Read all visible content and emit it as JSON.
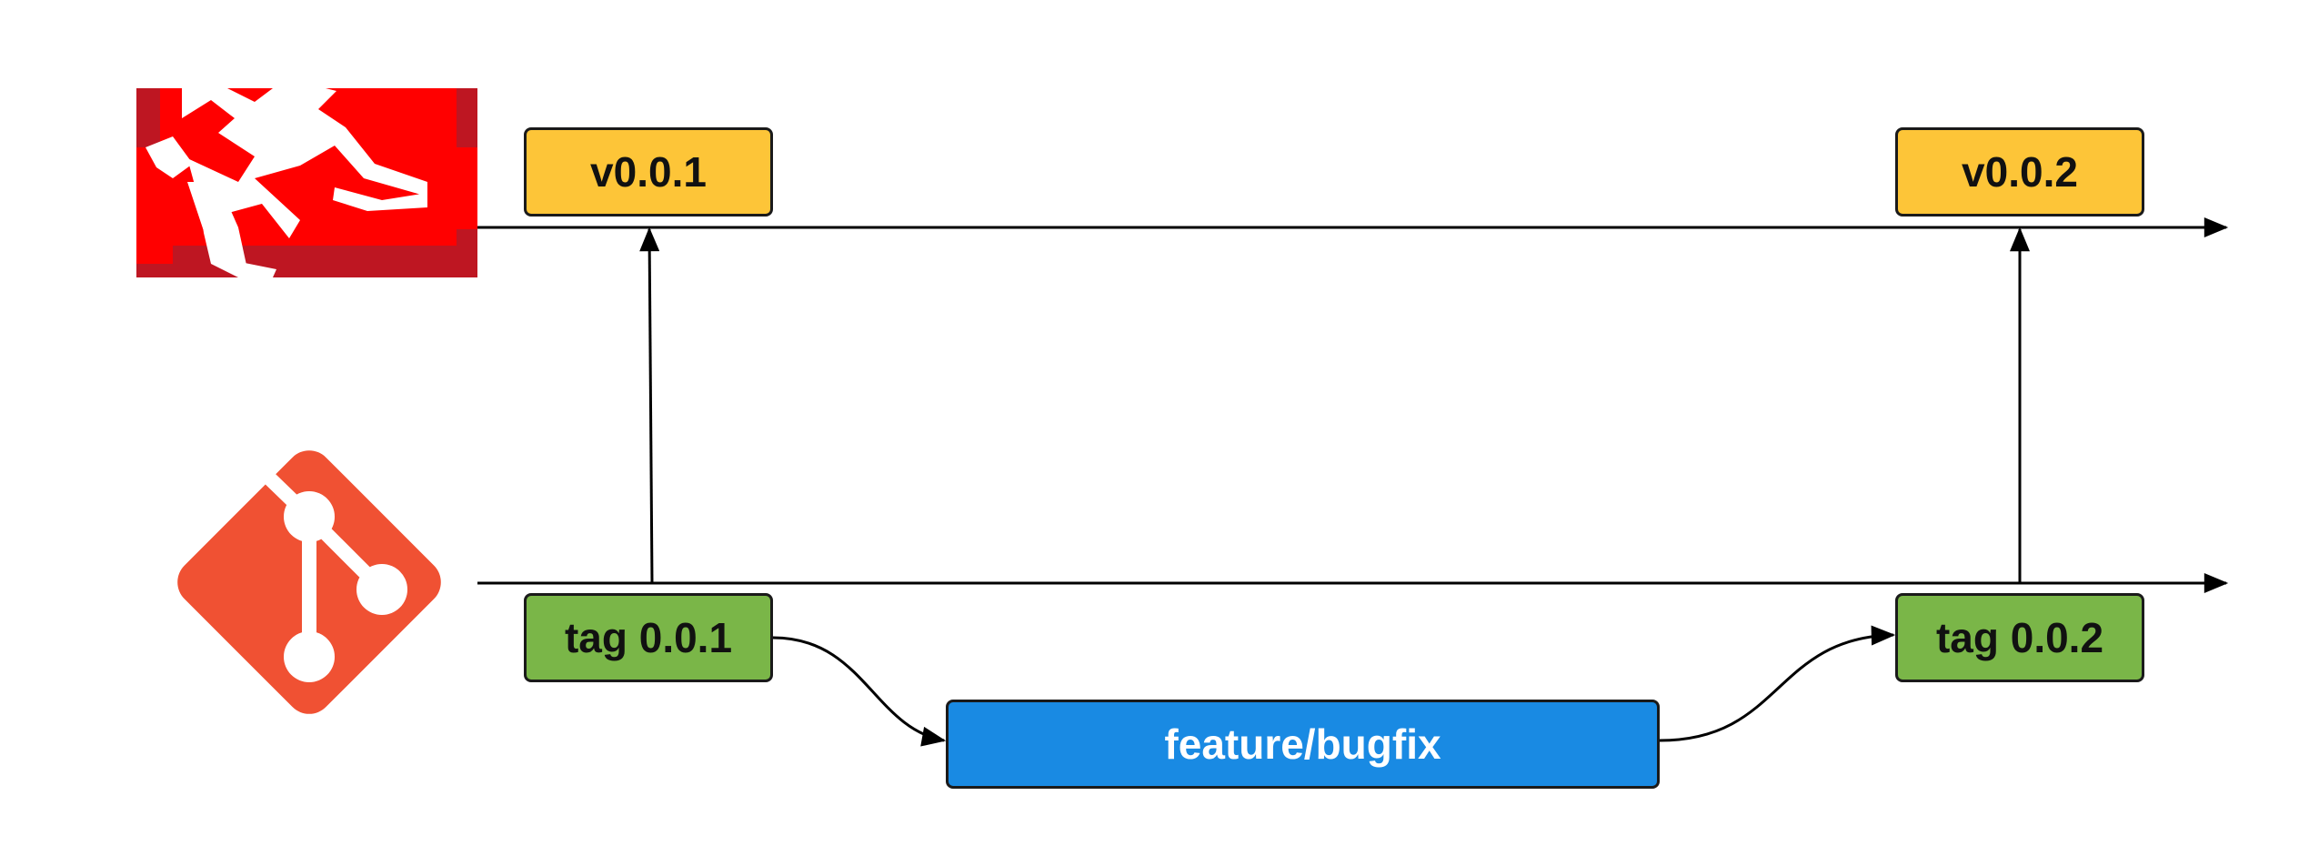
{
  "colors": {
    "release_fill": "#FDC538",
    "tag_fill": "#7AB648",
    "branch_fill": "#198AE3",
    "git_logo": "#F05133",
    "couch_logo_red": "#FF0000",
    "couch_logo_dark": "#BE1622",
    "line": "#000000"
  },
  "logos": {
    "top": "couch-logo",
    "bottom": "git-logo"
  },
  "nodes": {
    "release_1": "v0.0.1",
    "release_2": "v0.0.2",
    "tag_1": "tag 0.0.1",
    "tag_2": "tag 0.0.2",
    "branch": "feature/bugfix"
  }
}
